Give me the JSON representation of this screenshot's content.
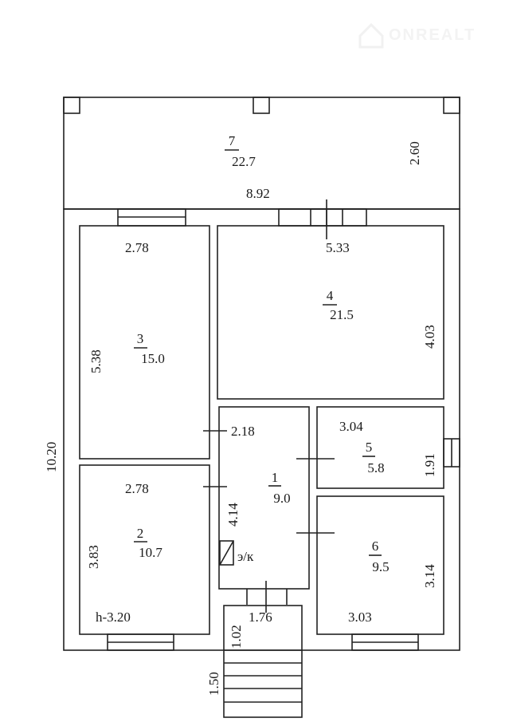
{
  "watermark": {
    "brand": "ONREALT"
  },
  "rooms": [
    {
      "number": "7",
      "area": "22.7"
    },
    {
      "number": "4",
      "area": "21.5"
    },
    {
      "number": "3",
      "area": "15.0"
    },
    {
      "number": "1",
      "area": "9.0"
    },
    {
      "number": "5",
      "area": "5.8"
    },
    {
      "number": "2",
      "area": "10.7"
    },
    {
      "number": "6",
      "area": "9.5"
    }
  ],
  "dimensions": {
    "terrace_depth": "2.60",
    "total_width": "8.92",
    "total_length": "10.20",
    "room3_width": "2.78",
    "room3_length": "5.38",
    "room4_width": "5.33",
    "room4_length": "4.03",
    "room1_width": "2.18",
    "room1_length": "4.14",
    "room5_width": "3.04",
    "room5_length": "1.91",
    "room2_width": "2.78",
    "room2_length": "3.83",
    "room6_length": "3.14",
    "room6_width": "3.03",
    "porch_width": "1.76",
    "porch_depth": "1.02",
    "stairs_length": "1.50"
  },
  "notes": {
    "ceiling_height": "h-3.20",
    "electric_meter": "э/к"
  }
}
